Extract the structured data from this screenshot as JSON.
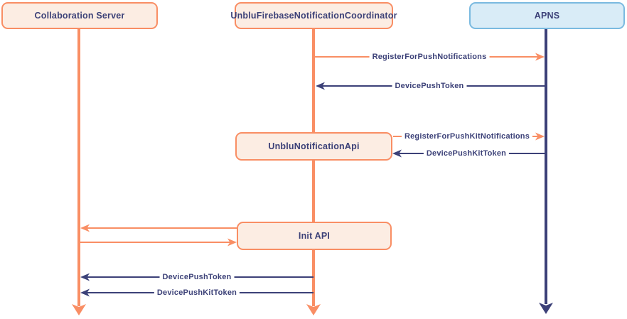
{
  "diagram": {
    "kind": "sequence-diagram",
    "actors": [
      {
        "id": "collaboration-server",
        "label": "Collaboration Server",
        "style": "orange"
      },
      {
        "id": "unblu-firebase-notification-coordinator",
        "label": "UnbluFirebaseNotificationCoordinator",
        "style": "orange"
      },
      {
        "id": "apns",
        "label": "APNS",
        "style": "blue"
      }
    ],
    "activation_boxes": [
      {
        "id": "unblu-notification-api",
        "label": "UnbluNotificationApi",
        "on_lifeline": "unblu-firebase-notification-coordinator"
      },
      {
        "id": "init-api",
        "label": "Init API",
        "on_lifeline": "unblu-firebase-notification-coordinator"
      }
    ],
    "messages": [
      {
        "label": "RegisterForPushNotifications",
        "from": "unblu-firebase-notification-coordinator",
        "to": "apns",
        "color": "orange"
      },
      {
        "label": "DevicePushToken",
        "from": "apns",
        "to": "unblu-firebase-notification-coordinator",
        "color": "navy"
      },
      {
        "label": "RegisterForPushKitNotifications",
        "from": "unblu-notification-api",
        "to": "apns",
        "color": "orange"
      },
      {
        "label": "DevicePushKitToken",
        "from": "apns",
        "to": "unblu-notification-api",
        "color": "navy"
      },
      {
        "label": "",
        "from": "init-api",
        "to": "collaboration-server",
        "color": "orange"
      },
      {
        "label": "",
        "from": "collaboration-server",
        "to": "init-api",
        "color": "orange"
      },
      {
        "label": "DevicePushToken",
        "from": "unblu-firebase-notification-coordinator",
        "to": "collaboration-server",
        "color": "navy"
      },
      {
        "label": "DevicePushKitToken",
        "from": "unblu-firebase-notification-coordinator",
        "to": "collaboration-server",
        "color": "navy"
      }
    ],
    "colors": {
      "orange": "#F98E64",
      "orange_box_fill": "#FCEDE3",
      "blue_border": "#7ABAE0",
      "blue_box_fill": "#D9ECF7",
      "navy": "#3C4178",
      "background": "#FFFFFF"
    }
  }
}
